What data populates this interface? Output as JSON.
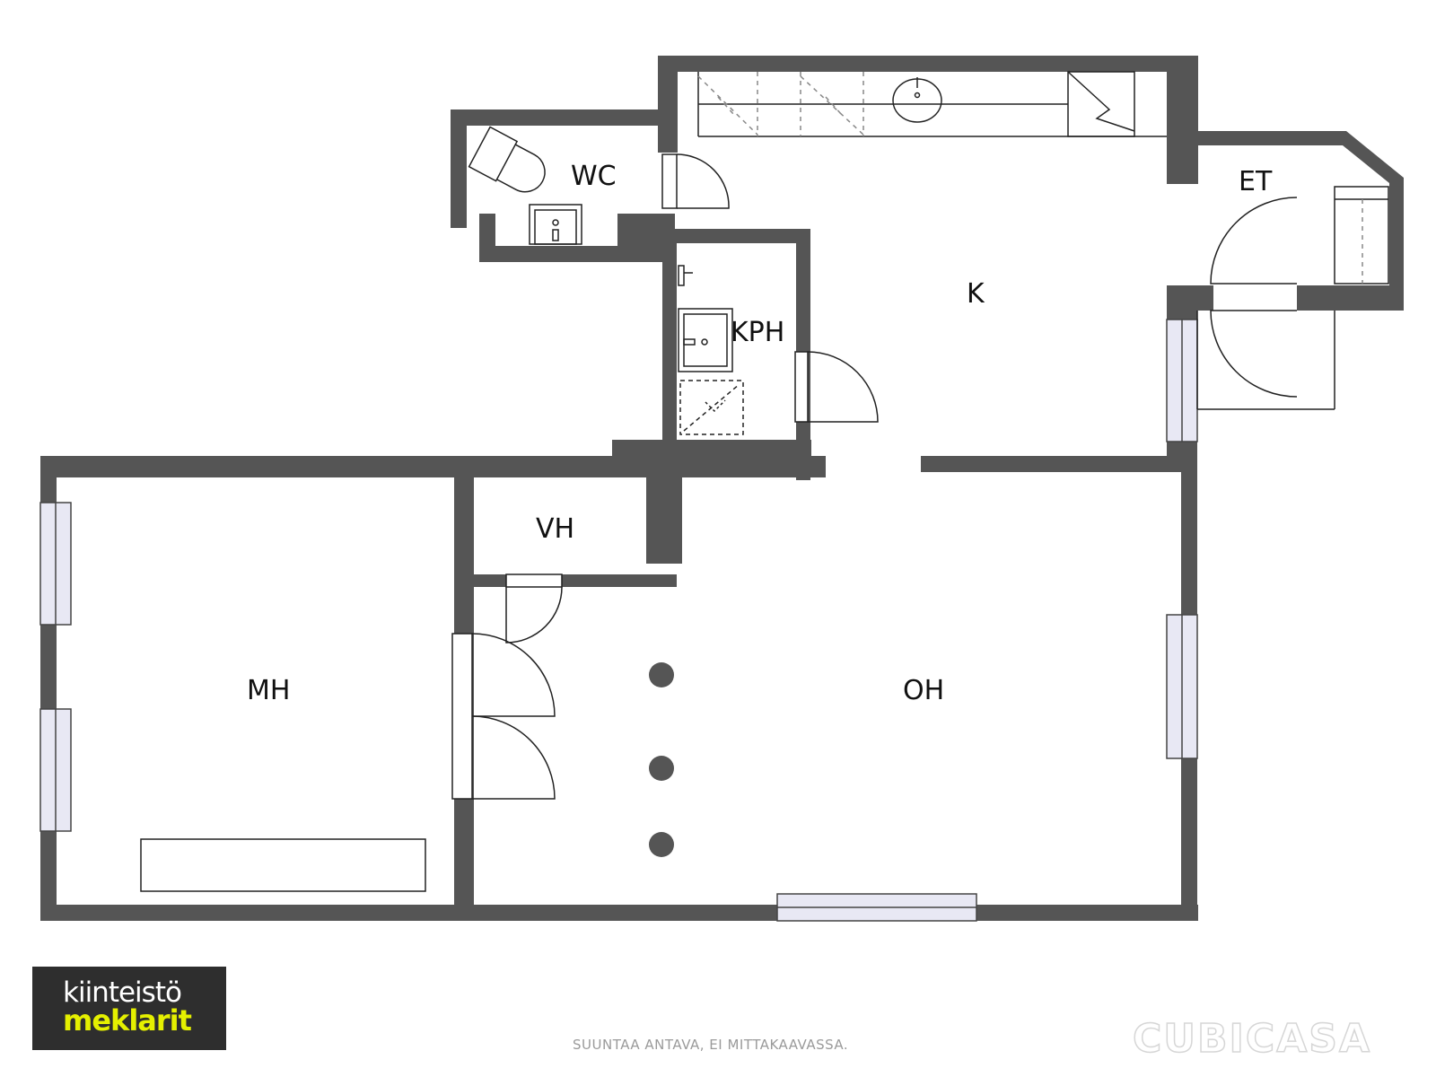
{
  "rooms": {
    "wc": "WC",
    "k": "K",
    "et": "ET",
    "kph": "KPH",
    "vh": "VH",
    "mh": "MH",
    "oh": "OH"
  },
  "branding": {
    "logo_line1": "kiinteistö",
    "logo_line2": "meklarit",
    "logo_accent_color": "#e5f000",
    "logo_bg_color": "#2e2e2e",
    "watermark": "CUBICASA"
  },
  "disclaimer": "SUUNTAA ANTAVA, EI MITTAKAAVASSA.",
  "colors": {
    "wall": "#555555",
    "window_fill": "#e8e8f4",
    "fixture_line": "#222222"
  }
}
